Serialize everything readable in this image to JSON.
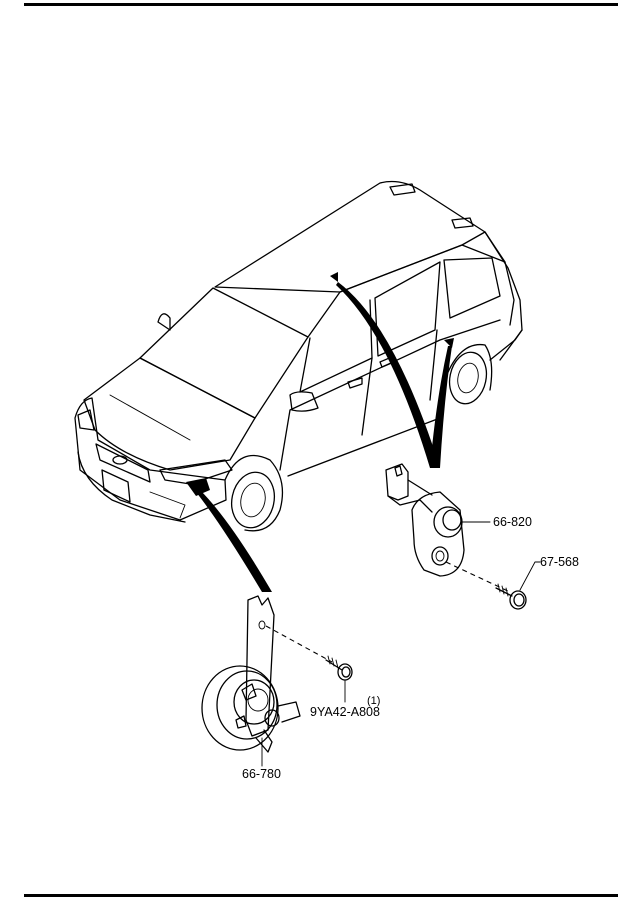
{
  "diagram": {
    "parts": [
      {
        "id": "door-switch",
        "label": "66-820"
      },
      {
        "id": "screw",
        "label": "67-568"
      },
      {
        "id": "horn",
        "label": "66-780"
      },
      {
        "id": "bolt",
        "label": "9YA42-A808",
        "quantity": "(1)"
      }
    ]
  }
}
